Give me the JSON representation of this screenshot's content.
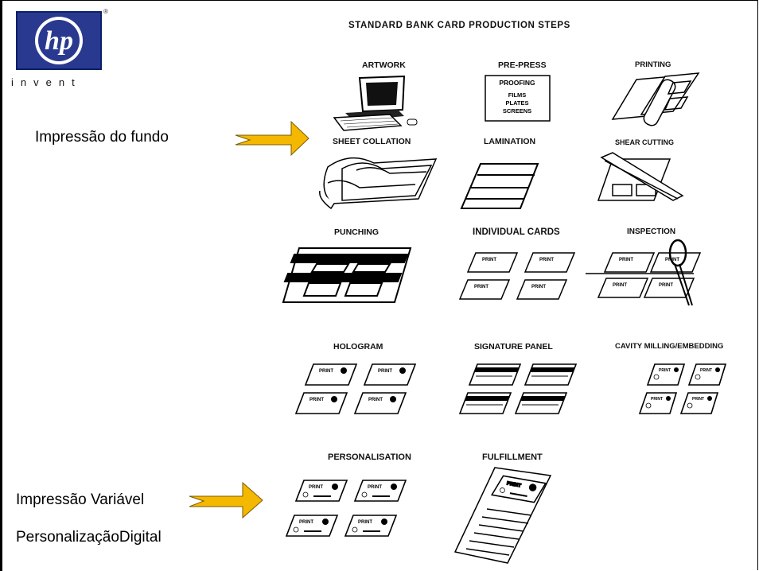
{
  "logo": {
    "text": "hp",
    "tagline": "invent",
    "trademark": "®"
  },
  "title": "STANDARD BANK CARD PRODUCTION STEPS",
  "steps": {
    "artwork": "ARTWORK",
    "prepress": "PRE-PRESS",
    "printing": "PRINTING",
    "sheet_collation": "SHEET COLLATION",
    "lamination": "LAMINATION",
    "shear_cutting": "SHEAR CUTTING",
    "punching": "PUNCHING",
    "individual_cards": "INDIVIDUAL CARDS",
    "inspection": "INSPECTION",
    "hologram": "HOLOGRAM",
    "signature_panel": "SIGNATURE PANEL",
    "cavity_milling": "CAVITY MILLING/EMBEDDING",
    "personalisation": "PERSONALISATION",
    "fulfillment": "FULFILLMENT"
  },
  "prepress_box": [
    "PROOFING",
    "FILMS",
    "PLATES",
    "SCREENS"
  ],
  "card_print_text": "PRINT",
  "annotations": {
    "background_print": "Impressão do fundo",
    "variable_print": "Impressão Variável",
    "digital_personalization": "PersonalizaçãoDigital"
  },
  "colors": {
    "hp_blue": "#2a3990",
    "arrow_yellow": "#f5b800"
  }
}
